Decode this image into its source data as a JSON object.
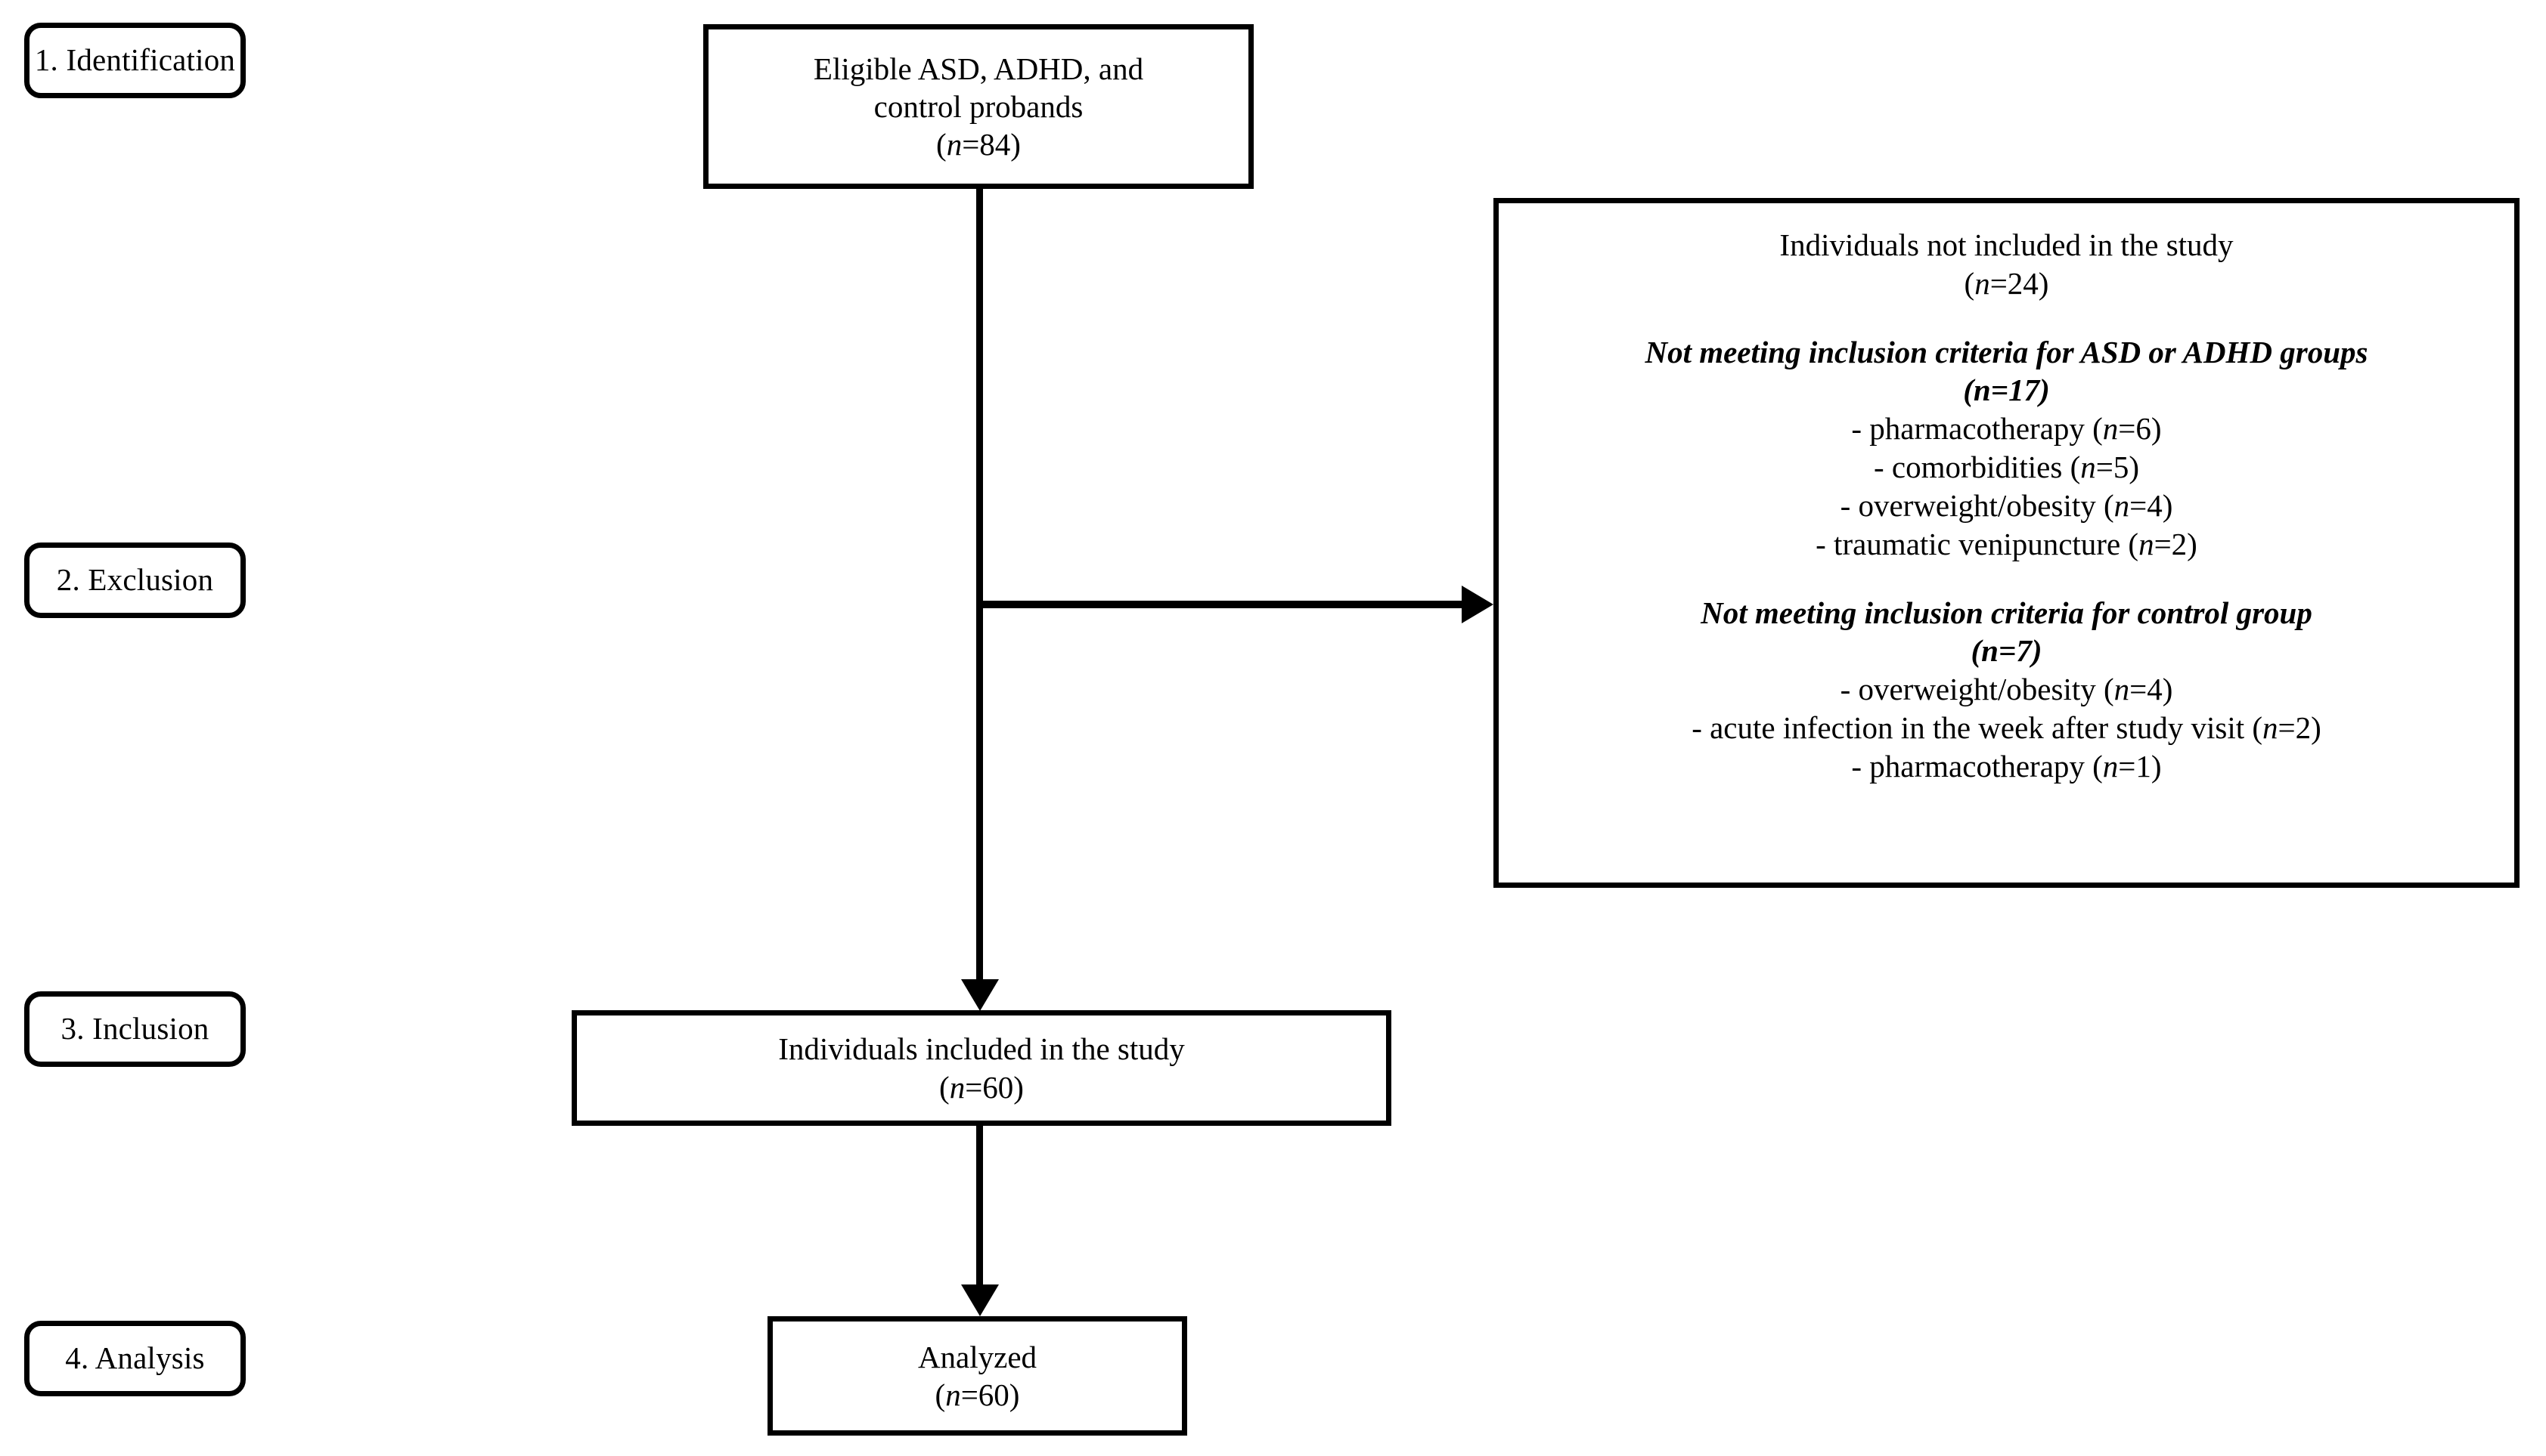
{
  "figure": {
    "type": "prisma-style-participant-flow-diagram",
    "title_visible": false
  },
  "stages": [
    {
      "id": "identification",
      "label": "1. Identification"
    },
    {
      "id": "exclusion",
      "label": "2. Exclusion"
    },
    {
      "id": "inclusion",
      "label": "3. Inclusion"
    },
    {
      "id": "analysis",
      "label": "4. Analysis"
    }
  ],
  "boxes": {
    "eligible": {
      "line1": "Eligible ASD, ADHD, and",
      "line2": "control probands",
      "count_prefix": "(",
      "count_n": "n",
      "count_value": "=84)"
    },
    "excluded": {
      "heading": "Individuals not included in the study",
      "heading_count_n": "n",
      "heading_count_value": "=24)",
      "group1": {
        "title": "Not meeting inclusion  criteria for ASD or ADHD groups",
        "title_count_n": "n",
        "title_count_value": "=17)",
        "items": [
          {
            "text": "- pharmacotherapy (",
            "n": "n",
            "value": "=6)"
          },
          {
            "text": "- comorbidities (",
            "n": "n",
            "value": "=5)"
          },
          {
            "text": "- overweight/obesity (",
            "n": "n",
            "value": "=4)"
          },
          {
            "text": "- traumatic venipuncture (",
            "n": "n",
            "value": "=2)"
          }
        ]
      },
      "group2": {
        "title": "Not meeting inclusion  criteria for control group",
        "title_count_n": "n",
        "title_count_value": "=7)",
        "items": [
          {
            "text": "- overweight/obesity (",
            "n": "n",
            "value": "=4)"
          },
          {
            "text": "- acute infection in the week after study visit (",
            "n": "n",
            "value": "=2)"
          },
          {
            "text": "- pharmacotherapy (",
            "n": "n",
            "value": "=1)"
          }
        ]
      }
    },
    "included": {
      "line1": "Individuals included in the study",
      "count_n": "n",
      "count_value": "=60)"
    },
    "analyzed": {
      "line1": "Analyzed",
      "count_n": "n",
      "count_value": "=60)"
    }
  },
  "counts": {
    "eligible_probands": 84,
    "not_included_total": 24,
    "not_meeting_asd_adhd": 17,
    "not_meeting_control": 7,
    "included": 60,
    "analyzed": 60
  },
  "colors": {
    "stroke": "#000000",
    "background": "#ffffff",
    "text": "#000000"
  },
  "connectors": [
    {
      "from": "eligible",
      "to": "included",
      "direction": "down"
    },
    {
      "from": "eligible",
      "to": "excluded",
      "direction": "right"
    },
    {
      "from": "included",
      "to": "analyzed",
      "direction": "down"
    }
  ]
}
